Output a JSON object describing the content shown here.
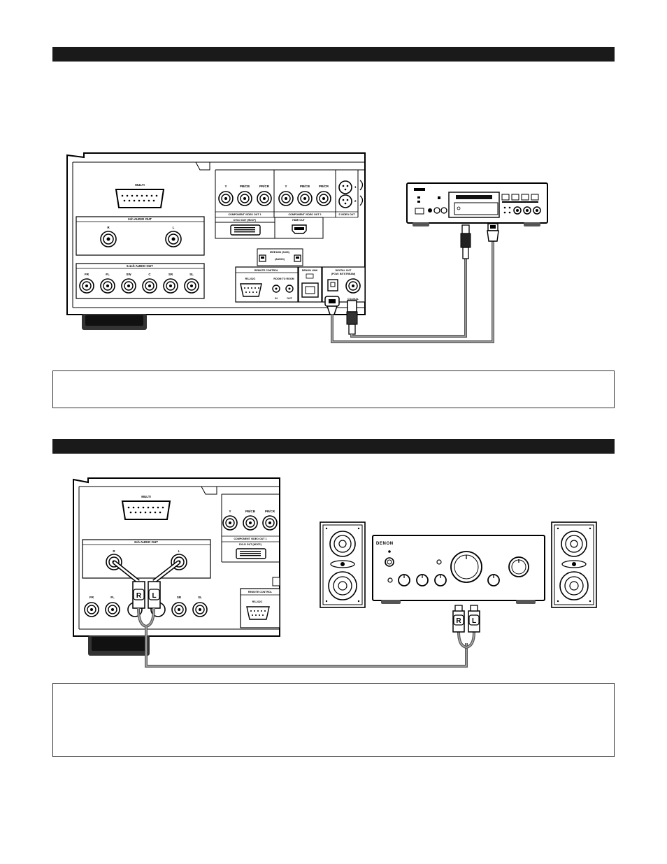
{
  "figure1": {
    "player_labels": {
      "multi_out": "MULTI",
      "comp_out_1": "COMPONENT VIDEO OUT 1",
      "comp_out_2": "COMPONENT VIDEO OUT 2",
      "dvid_out": "DVI-D OUT (HDCP)",
      "hdmi_out": "HDMI OUT",
      "svideo_out": "S VIDEO OUT",
      "two_ch_audio_out": "2ch AUDIO OUT",
      "five_ch_audio_out": "5.1ch AUDIO OUT",
      "remote_control": "REMOTE CONTROL",
      "rs232c": "RS-232C",
      "room_to_room": "ROOM TO ROOM",
      "in": "IN",
      "out": "OUT",
      "denon_link": "DENON LINK",
      "digital_out": "DIGITAL OUT",
      "digital_out_sub": "(PCM / BITSTREAM)",
      "ieee1394": "IEEE1394 (S400)",
      "ieee_audio": "(AUDIO)",
      "optical": "OPTICAL",
      "coaxial": "COAXIAL",
      "y": "Y",
      "pb": "PB/CB",
      "pr": "PR/CR",
      "r": "R",
      "l": "L",
      "fr": "FR",
      "fl": "FL",
      "sw": "SW",
      "c": "C",
      "sr": "SR",
      "sl": "SL",
      "sv1": "1",
      "sv2": "2"
    }
  },
  "figure2": {
    "player_labels": {
      "multi_out": "MULTI",
      "two_ch_audio_out": "2ch AUDIO OUT",
      "comp_out_1": "COMPONENT VIDEO OUT 1",
      "dvid_out": "DVI-D OUT (HDCP)",
      "remote_control": "REMOTE CONTROL",
      "rs232c": "RS-232C",
      "y": "Y",
      "pb": "PB/CB",
      "pr": "PR/CR",
      "r": "R",
      "l": "L",
      "fr": "FR",
      "fl": "FL",
      "sr": "SR",
      "sl": "SL"
    },
    "amp_brand": "DENON",
    "plug_r": "R",
    "plug_l": "L"
  }
}
